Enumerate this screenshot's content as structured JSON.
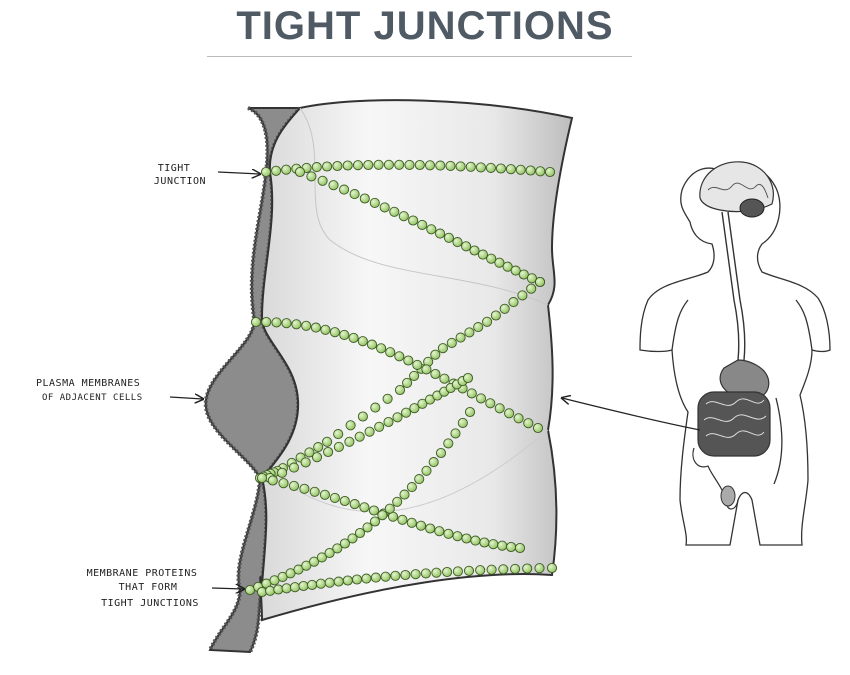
{
  "title": "TIGHT JUNCTIONS",
  "labels": {
    "tight_junction": [
      "TIGHT",
      "JUNCTION"
    ],
    "plasma_membranes": [
      "PLASMA MEMBRANES",
      "OF ADJACENT CELLS"
    ],
    "membrane_proteins": [
      "MEMBRANE PROTEINS",
      "THAT FORM",
      "TIGHT JUNCTIONS"
    ]
  },
  "colors": {
    "title": "#4f5a64",
    "protein_bead": "#a8d57a",
    "protein_outline": "#3d5a25",
    "membrane_gap": "#8c8c8c",
    "cell_surface": "#f2f2f2"
  }
}
